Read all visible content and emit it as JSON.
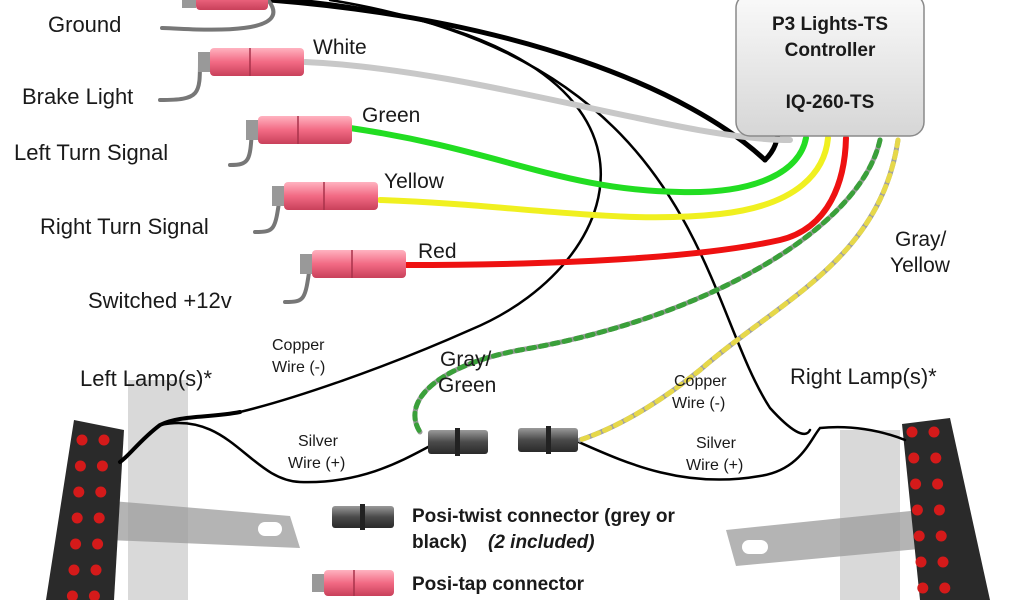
{
  "controller": {
    "line1": "P3 Lights-TS",
    "line2": "Controller",
    "model": "IQ-260-TS"
  },
  "circuits": {
    "ground": "Ground",
    "brake": "Brake Light",
    "left_turn": "Left Turn Signal",
    "right_turn": "Right Turn Signal",
    "switched": "Switched +12v"
  },
  "wires": {
    "white": "White",
    "green": "Green",
    "yellow": "Yellow",
    "red": "Red",
    "gray_yellow_1": "Gray/",
    "gray_yellow_2": "Yellow",
    "gray_green_1": "Gray/",
    "gray_green_2": "Green",
    "copper_left_1": "Copper",
    "copper_left_2": "Wire (-)",
    "copper_right_1": "Copper",
    "copper_right_2": "Wire (-)",
    "silver_left_1": "Silver",
    "silver_left_2": "Wire (+)",
    "silver_right_1": "Silver",
    "silver_right_2": "Wire (+)"
  },
  "lamps": {
    "left": "Left Lamp(s)*",
    "right": "Right Lamp(s)*"
  },
  "legend": {
    "twist_line1": "Posi-twist connector (grey or",
    "twist_line2": "black)",
    "twist_included": "(2 included)",
    "tap": "Posi-tap connector"
  },
  "colors": {
    "white_wire": "#c8c8c8",
    "green_wire": "#22dd22",
    "yellow_wire": "#f0f020",
    "red_wire": "#ee1111",
    "black_wire": "#000000",
    "tap_connector": "#f26a84",
    "lamp_red": "#d41a1a"
  }
}
